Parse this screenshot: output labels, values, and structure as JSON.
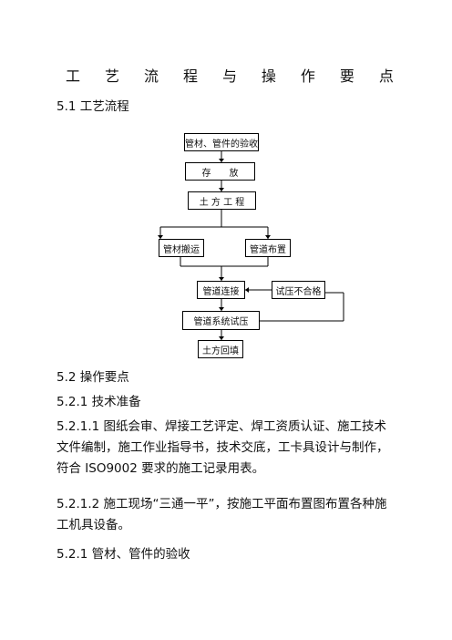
{
  "title_chars": [
    "工",
    "艺",
    "流",
    "程",
    "与",
    "操",
    "作",
    "要",
    "点"
  ],
  "section_5_1": "5.1 工艺流程",
  "flow": {
    "box1": "管材、管件的验收",
    "box2": "存　　放",
    "box3": "土 方 工 程",
    "box4": "管材搬运",
    "box5": "管道布置",
    "box6": "管道连接",
    "box7": "试压不合格",
    "box8": "管道系统试压",
    "box9": "土方回填"
  },
  "section_5_2": "5.2 操作要点",
  "section_5_2_1": "5.2.1 技术准备",
  "para_5_2_1_1": "5.2.1.1 图纸会审、焊接工艺评定、焊工资质认证、施工技术文件编制，施工作业指导书，技术交底，工卡具设计与制作，符合 ISO9002 要求的施工记录用表。",
  "para_5_2_1_2": "5.2.1.2 施工现场“三通一平”，按施工平面布置图布置各种施工机具设备。",
  "section_5_2_1b": "5.2.1 管材、管件的验收"
}
